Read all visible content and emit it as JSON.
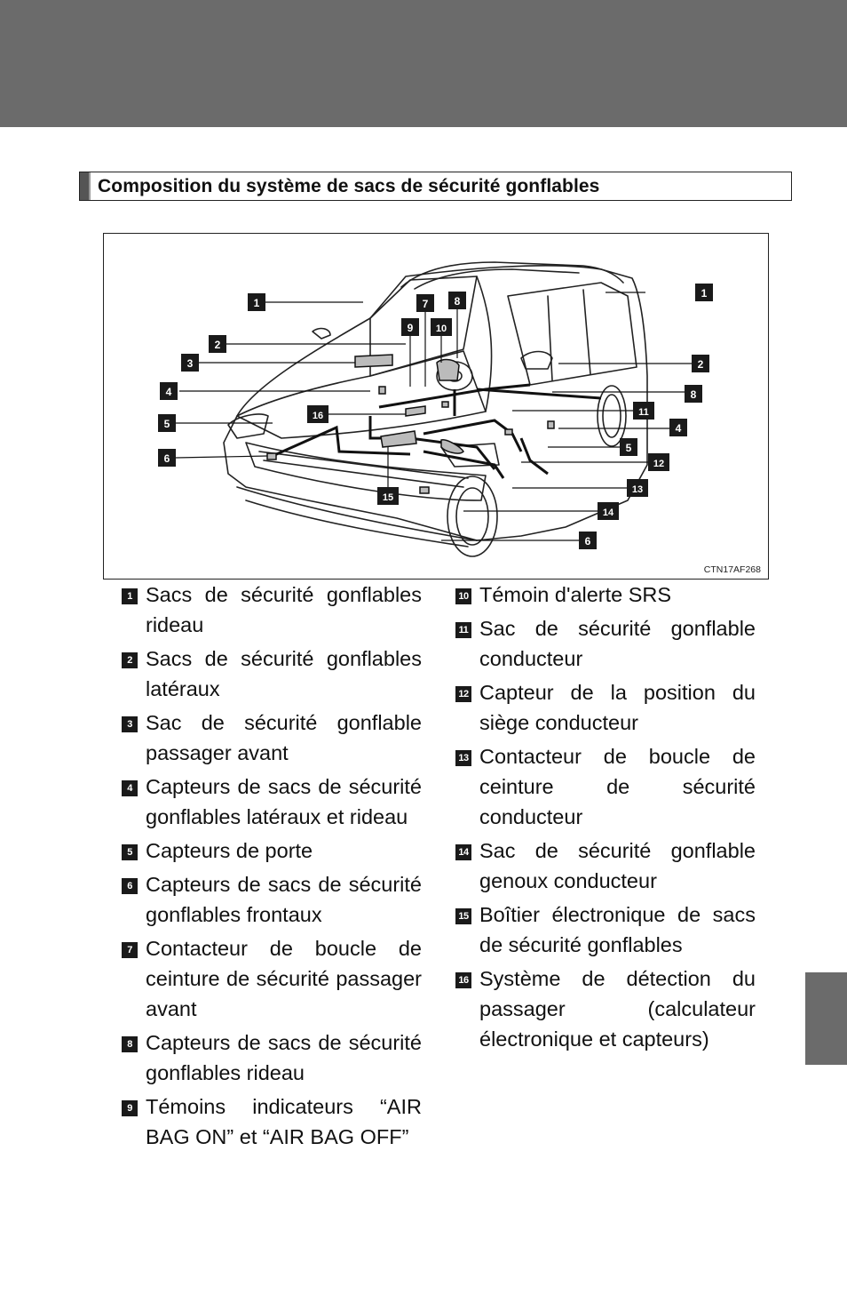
{
  "heading": "Composition du système de sacs de sécurité gonflables",
  "figure": {
    "code": "CTN17AF268",
    "callouts": [
      "1",
      "1",
      "2",
      "2",
      "3",
      "4",
      "4",
      "5",
      "5",
      "6",
      "6",
      "7",
      "8",
      "8",
      "9",
      "10",
      "11",
      "12",
      "13",
      "14",
      "15",
      "16"
    ]
  },
  "legend_left": [
    {
      "num": "1",
      "label": "Sacs de sécurité gonflables rideau"
    },
    {
      "num": "2",
      "label": "Sacs de sécurité gonflables latéraux"
    },
    {
      "num": "3",
      "label": "Sac de sécurité gonflable passager avant"
    },
    {
      "num": "4",
      "label": "Capteurs de sacs de sécurité gonflables latéraux et rideau"
    },
    {
      "num": "5",
      "label": "Capteurs de porte"
    },
    {
      "num": "6",
      "label": "Capteurs de sacs de sécurité gonflables frontaux"
    },
    {
      "num": "7",
      "label": "Contacteur de boucle de ceinture de sécurité passager avant"
    },
    {
      "num": "8",
      "label": "Capteurs de sacs de sécurité gonflables rideau"
    },
    {
      "num": "9",
      "label": "Témoins indicateurs “AIR BAG ON” et “AIR BAG OFF”"
    }
  ],
  "legend_right": [
    {
      "num": "10",
      "label": "Témoin d'alerte SRS"
    },
    {
      "num": "11",
      "label": "Sac de sécurité gonflable conducteur"
    },
    {
      "num": "12",
      "label": "Capteur de la position du siège conducteur"
    },
    {
      "num": "13",
      "label": "Contacteur de boucle de ceinture de sécurité conducteur"
    },
    {
      "num": "14",
      "label": "Sac de sécurité gonflable genoux conducteur"
    },
    {
      "num": "15",
      "label": "Boîtier électronique de sacs de sécurité gonflables"
    },
    {
      "num": "16",
      "label": "Système de détection du passager (calculateur électronique et capteurs)"
    }
  ]
}
